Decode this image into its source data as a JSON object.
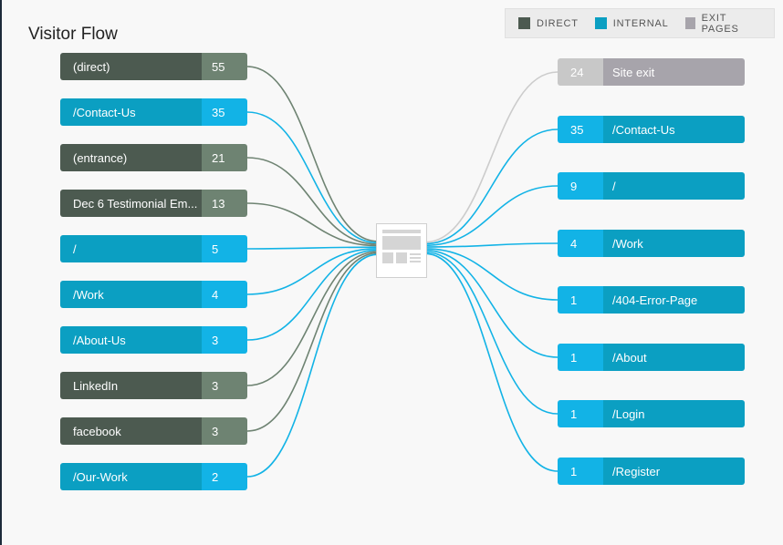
{
  "title": "Visitor Flow",
  "legend": [
    {
      "label": "DIRECT",
      "color": "#4c5a50"
    },
    {
      "label": "INTERNAL",
      "color": "#0b9fc2"
    },
    {
      "label": "EXIT PAGES",
      "color": "#a7a4ab"
    }
  ],
  "colors": {
    "direct_flow": "#6e8372",
    "internal_flow": "#12b3e6",
    "exit_flow": "#cccccc"
  },
  "sources": [
    {
      "label": "(direct)",
      "count": "55",
      "type": "direct"
    },
    {
      "label": "/Contact-Us",
      "count": "35",
      "type": "internal"
    },
    {
      "label": "(entrance)",
      "count": "21",
      "type": "direct"
    },
    {
      "label": "Dec 6 Testimonial Em...",
      "count": "13",
      "type": "direct"
    },
    {
      "label": "/",
      "count": "5",
      "type": "internal"
    },
    {
      "label": "/Work",
      "count": "4",
      "type": "internal"
    },
    {
      "label": "/About-Us",
      "count": "3",
      "type": "internal"
    },
    {
      "label": "LinkedIn",
      "count": "3",
      "type": "direct"
    },
    {
      "label": "facebook",
      "count": "3",
      "type": "direct"
    },
    {
      "label": "/Our-Work",
      "count": "2",
      "type": "internal"
    }
  ],
  "destinations": [
    {
      "label": "Site exit",
      "count": "24",
      "type": "exit"
    },
    {
      "label": "/Contact-Us",
      "count": "35",
      "type": "internal"
    },
    {
      "label": "/",
      "count": "9",
      "type": "internal"
    },
    {
      "label": "/Work",
      "count": "4",
      "type": "internal"
    },
    {
      "label": "/404-Error-Page",
      "count": "1",
      "type": "internal"
    },
    {
      "label": "/About",
      "count": "1",
      "type": "internal"
    },
    {
      "label": "/Login",
      "count": "1",
      "type": "internal"
    },
    {
      "label": "/Register",
      "count": "1",
      "type": "internal"
    }
  ]
}
